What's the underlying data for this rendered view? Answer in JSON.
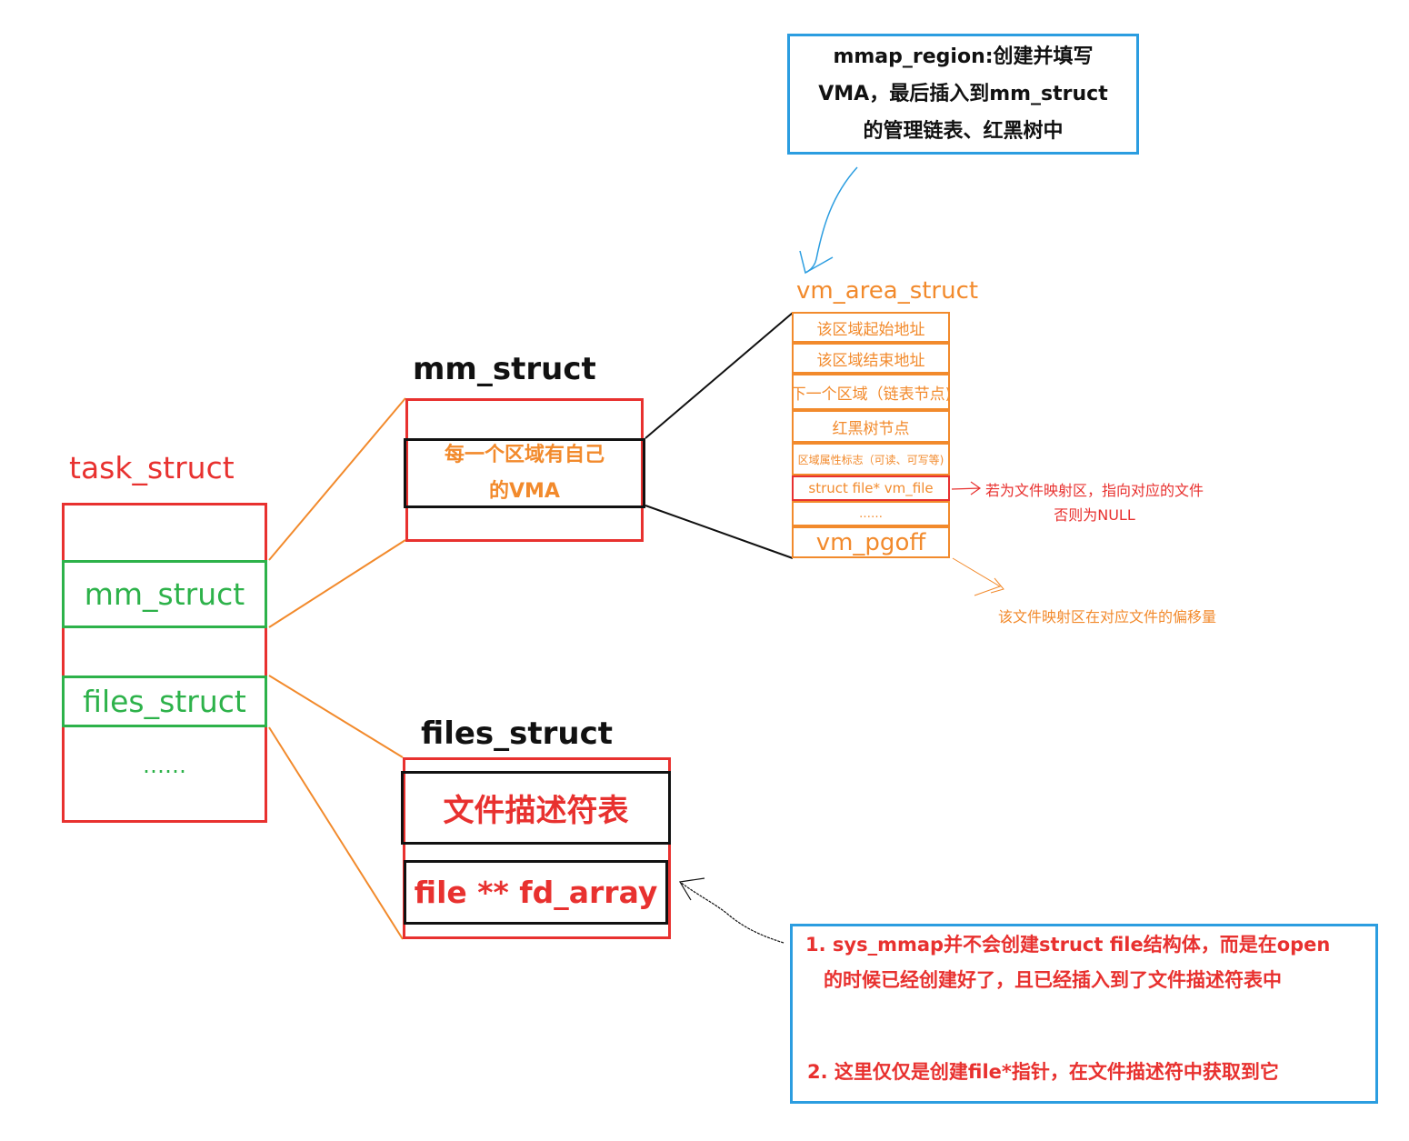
{
  "colors": {
    "red": "#e8312f",
    "green": "#2db24a",
    "orange": "#f28a2c",
    "blue": "#2b9de0",
    "black": "#111111"
  },
  "task_struct": {
    "title": "task_struct",
    "mm_field": "mm_struct",
    "files_field": "files_struct",
    "more": "……"
  },
  "mm_struct": {
    "title": "mm_struct",
    "vma_line1": "每一个区域有自己",
    "vma_line2": "的VMA"
  },
  "vm_area_struct": {
    "title": "vm_area_struct",
    "rows": [
      "该区域起始地址",
      "该区域结束地址",
      "下一个区域（链表节点)",
      "红黑树节点",
      "区域属性标志（可读、可写等)",
      "struct file* vm_file",
      "……",
      "vm_pgoff"
    ],
    "vm_file_note_line1": "若为文件映射区，指向对应的文件",
    "vm_file_note_line2": "否则为NULL",
    "pgoff_note": "该文件映射区在对应文件的偏移量"
  },
  "mmap_region_note": {
    "line1": "mmap_region:创建并填写",
    "line2": "VMA，最后插入到mm_struct",
    "line3": "的管理链表、红黑树中"
  },
  "files_struct": {
    "title": "files_struct",
    "fd_table": "文件描述符表",
    "fd_array": "file ** fd_array"
  },
  "sys_mmap_note": {
    "line1": "1. sys_mmap并不会创建struct file结构体，而是在open",
    "line2": "的时候已经创建好了，且已经插入到了文件描述符表中",
    "line3": "2. 这里仅仅是创建file*指针，在文件描述符中获取到它"
  }
}
